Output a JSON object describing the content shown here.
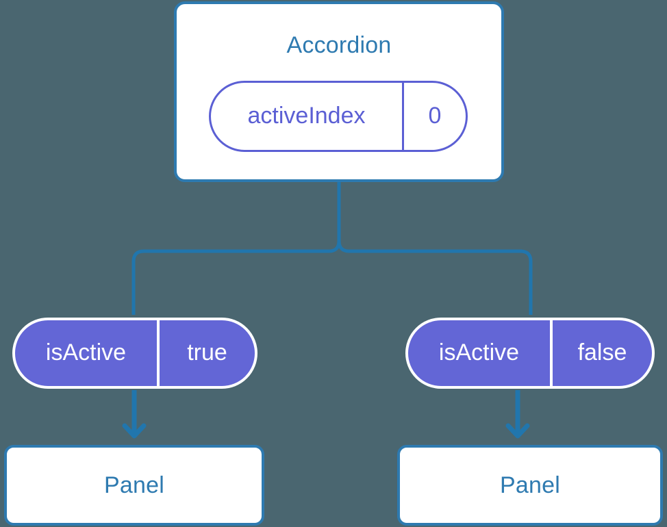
{
  "diagram": {
    "title_text": "Accordion",
    "background_color": "#4a6670",
    "accent_blue": "#2e7ab0",
    "accent_purple": "#6366d6",
    "outline_purple": "#5b5fd4",
    "card_background": "#ffffff"
  },
  "root": {
    "label": "Accordion",
    "state": {
      "key": "activeIndex",
      "value": "0"
    }
  },
  "branches": [
    {
      "prop": {
        "key": "isActive",
        "value": "true"
      },
      "child": {
        "label": "Panel"
      }
    },
    {
      "prop": {
        "key": "isActive",
        "value": "false"
      },
      "child": {
        "label": "Panel"
      }
    }
  ],
  "icons": {
    "arrow_down": "arrow-down-icon",
    "tree_connector": "tree-connector-icon"
  }
}
